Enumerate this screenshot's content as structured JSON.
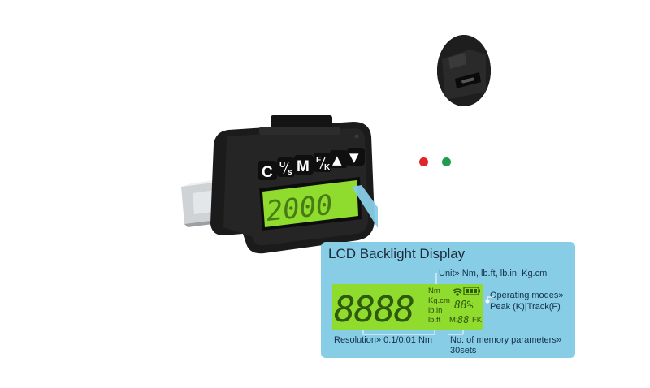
{
  "device": {
    "buttons": {
      "clear": "C",
      "unit_top": "U",
      "unit_bottom": "s",
      "memory": "M",
      "mode_top": "F",
      "mode_bottom": "K",
      "up": "▲",
      "down": "▼"
    },
    "lcd_value": "2000"
  },
  "callout": {
    "title": "LCD Backlight Display",
    "unit_label": "Unit» ",
    "unit_values": "Nm, lb.ft, lb.in, Kg.cm",
    "modes_label": "Operating modes»",
    "modes_values": "Peak (K)|Track(F)",
    "resolution_label": "Resolution» ",
    "resolution_value": "0.1/0.01 Nm",
    "memory_label": "No. of memory parameters»",
    "memory_value": "30sets",
    "lcd_digits": "8888",
    "lcd_units": [
      "Nm",
      "Kg.cm",
      "lb.in",
      "lb.ft"
    ],
    "lcd_percent": "88%",
    "lcd_memory_prefix": "M:",
    "lcd_memory": "88",
    "lcd_mode": "FK"
  },
  "indicators": {
    "red": "#e0262a",
    "green": "#1e9e4a"
  },
  "colors": {
    "panel": "#87cde6",
    "lcd": "#8fdc2e",
    "body": "#1d1d1d"
  }
}
